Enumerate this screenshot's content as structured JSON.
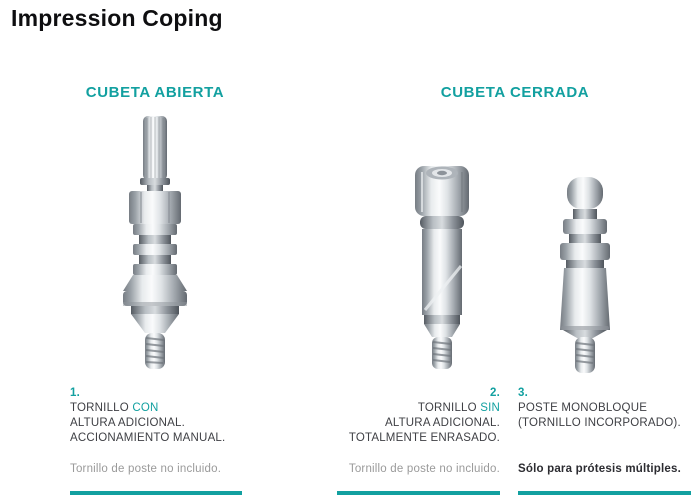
{
  "page": {
    "title": "Impression Coping"
  },
  "columns": {
    "open": {
      "header": "CUBETA ABIERTA"
    },
    "closed": {
      "header": "CUBETA CERRADA"
    }
  },
  "products": {
    "p1": {
      "number": "1.",
      "line1_plain": "TORNILLO",
      "line1_accent": "CON",
      "line2": "ALTURA ADICIONAL.",
      "line3": "ACCIONAMIENTO MANUAL.",
      "note": "Tornillo de poste no incluido."
    },
    "p2": {
      "number": "2.",
      "line1_plain": "TORNILLO",
      "line1_accent": "SIN",
      "line2": "ALTURA ADICIONAL.",
      "line3": "TOTALMENTE ENRASADO.",
      "note": "Tornillo de poste no incluido."
    },
    "p3": {
      "number": "3.",
      "line1": "POSTE MONOBLOQUE",
      "line2": "(TORNILLO INCORPORADO).",
      "note": "Sólo para prótesis múltiples."
    }
  },
  "colors": {
    "accent": "#12a0a0",
    "text": "#3f4045",
    "muted": "#9a9a9a"
  }
}
